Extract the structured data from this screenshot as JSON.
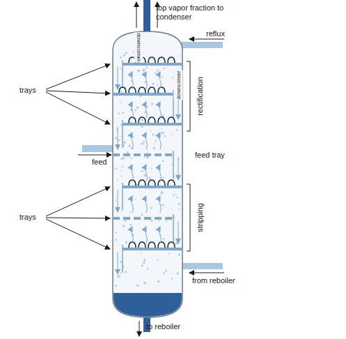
{
  "diagram": {
    "labels": [
      "top vapor fraction to condenser",
      "reflux",
      "downcomer",
      "downcomer",
      "rectification",
      "trays",
      "feed tray",
      "feed",
      "stripping",
      "trays",
      "from reboiler",
      "to reboiler"
    ]
  }
}
